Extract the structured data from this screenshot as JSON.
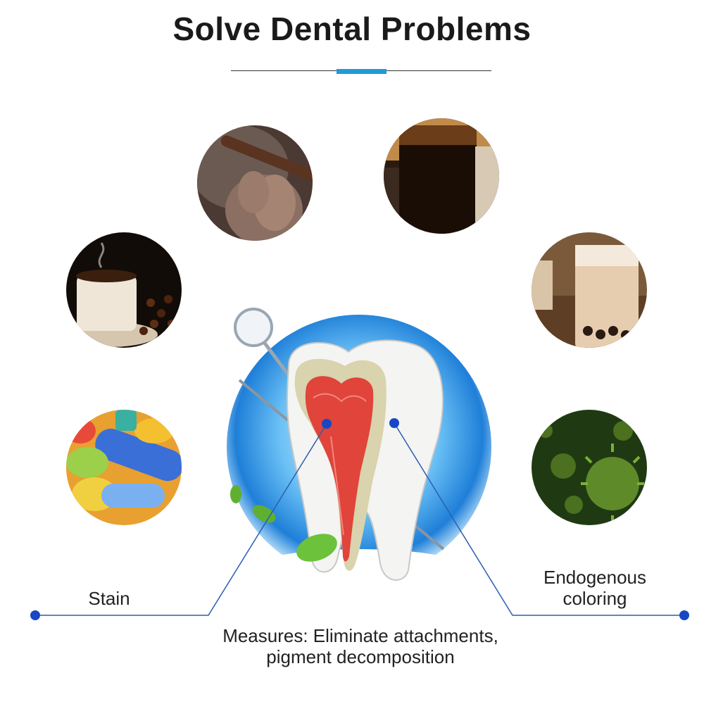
{
  "title": "Solve Dental Problems",
  "labels": {
    "stain": "Stain",
    "endogenous_line1": "Endogenous",
    "endogenous_line2": "coloring",
    "measures_line1": "Measures: Eliminate attachments,",
    "measures_line2": "pigment decomposition"
  },
  "colors": {
    "accent": "#1e9bd7",
    "connector": "#2a5db0",
    "dot": "#1747c5"
  },
  "icons": [
    "cigar-photo",
    "cola-photo",
    "coffee-photo",
    "milk-tea-photo",
    "pills-photo",
    "bacteria-photo",
    "tooth-illustration"
  ]
}
